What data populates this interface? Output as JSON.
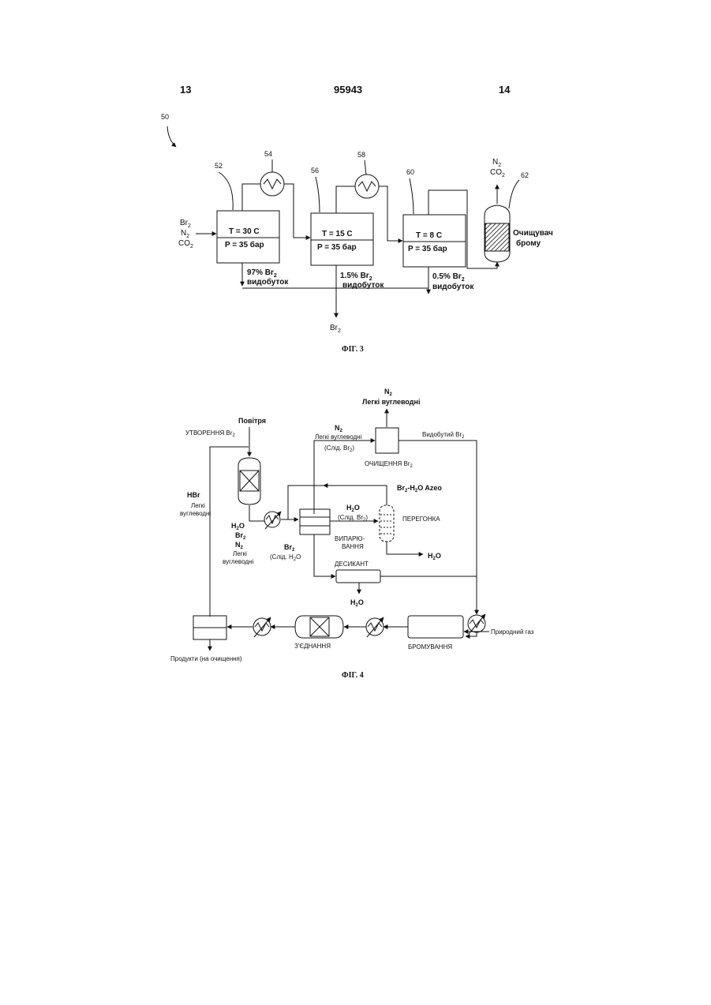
{
  "header": {
    "left_page": "13",
    "doc_number": "95943",
    "right_page": "14"
  },
  "fig3": {
    "caption": "ФІГ. 3",
    "ref_main": "50",
    "inlet": {
      "br": "Br",
      "n": "N",
      "co": "CO",
      "sub": "2"
    },
    "vessels": [
      {
        "ref": "52",
        "temp": "T = 30 C",
        "pressure": "P = 35 бар",
        "rec_pct": "97% Br",
        "rec_sub": "2",
        "rec_word": "видобуток"
      },
      {
        "ref": "56",
        "temp": "T = 15 C",
        "pressure": "P = 35 бар",
        "rec_pct": "1.5% Br",
        "rec_sub": "2",
        "rec_word": "видобуток"
      },
      {
        "ref": "60",
        "temp": "T = 8 C",
        "pressure": "P = 35 бар",
        "rec_pct": "0.5% Br",
        "rec_sub": "2",
        "rec_word": "видобуток"
      }
    ],
    "exchangers": [
      {
        "ref": "54"
      },
      {
        "ref": "58"
      }
    ],
    "scrubber": {
      "ref": "62",
      "line1": "Очищувач",
      "line2": "брому"
    },
    "top_out": {
      "n": "N",
      "co": "CO",
      "sub": "2"
    },
    "bottom_out": {
      "br": "Br",
      "sub": "2"
    }
  },
  "fig4": {
    "caption": "ФІГ. 4",
    "top_out": {
      "n": "N",
      "sub": "2",
      "text": "Легкі вуглеводні"
    },
    "air": "Повітря",
    "formation": {
      "text": "УТВОРЕННЯ Br",
      "sub": "2"
    },
    "hbr": {
      "l1": "HBr",
      "l2": "Легкі",
      "l3": "вуглеводні"
    },
    "reactor_out": {
      "h2o": "H",
      "h2o_sub": "2",
      "h2o_tail": "O",
      "br": "Br",
      "br_sub": "2",
      "n": "N",
      "n_sub": "2",
      "l1": "Легкі",
      "l2": "вуглеводні"
    },
    "purif_in": {
      "n": "N",
      "n_sub": "2",
      "l1": "Легкі вуглеводні",
      "l2": "(Слід. Br",
      "l2_sub": "2",
      "l2_tail": ")"
    },
    "purification": {
      "text": "ОЧИЩЕННЯ Br",
      "sub": "2"
    },
    "recovered": {
      "text": "Видобутий Br",
      "sub": "2"
    },
    "azeo": {
      "br": "Br",
      "br_sub": "2",
      "mid": "-H",
      "h_sub": "2",
      "tail": "O Azeo"
    },
    "to_dist": {
      "h": "H",
      "h_sub": "2",
      "h_tail": "O",
      "l2": "(Слід. Br",
      "l2_sub": "2",
      "l2_tail": ")"
    },
    "distillation": "ПЕРЕГОНКА",
    "evaporation": {
      "l1": "ВИПАРЮ-",
      "l2": "ВАННЯ"
    },
    "dist_out": {
      "h": "H",
      "sub": "2",
      "tail": "O"
    },
    "evap_bottom": {
      "br": "Br",
      "sub": "2",
      "l2": "(Слід. H",
      "l2_sub": "2",
      "l2_tail": "O"
    },
    "desiccant": "ДЕСИКАНТ",
    "des_out": {
      "h": "H",
      "sub": "2",
      "tail": "O"
    },
    "natural_gas": "Природний газ",
    "bromination": "БРОМУВАННЯ",
    "coupling": "З'ЄДНАННЯ",
    "products": "Продукти (на очищення)"
  }
}
